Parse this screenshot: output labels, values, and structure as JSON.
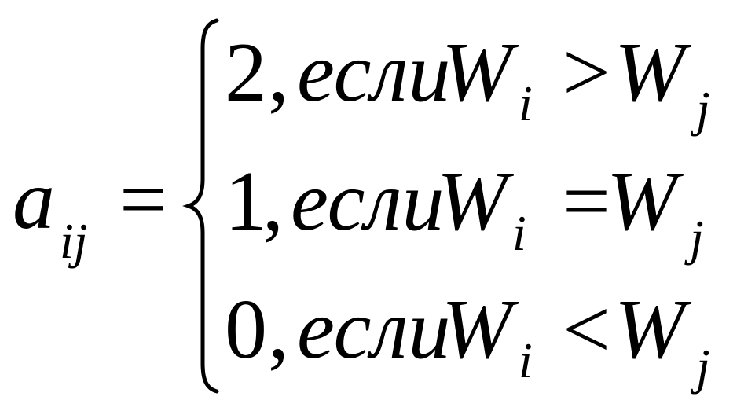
{
  "formula": {
    "lhs": {
      "symbol": "a",
      "subscript": "ij",
      "equals": "="
    },
    "cases": [
      {
        "value": "2",
        "comma": ",",
        "condition_word": "если",
        "left_var": "W",
        "left_sub": "i",
        "operator": ">",
        "right_var": "W",
        "right_sub": "j"
      },
      {
        "value": "1",
        "comma": ",",
        "condition_word": "если",
        "left_var": "W",
        "left_sub": "i",
        "operator": "=",
        "right_var": "W",
        "right_sub": "j"
      },
      {
        "value": "0",
        "comma": ",",
        "condition_word": "если",
        "left_var": "W",
        "left_sub": "i",
        "operator": "<",
        "right_var": "W",
        "right_sub": "j"
      }
    ]
  }
}
